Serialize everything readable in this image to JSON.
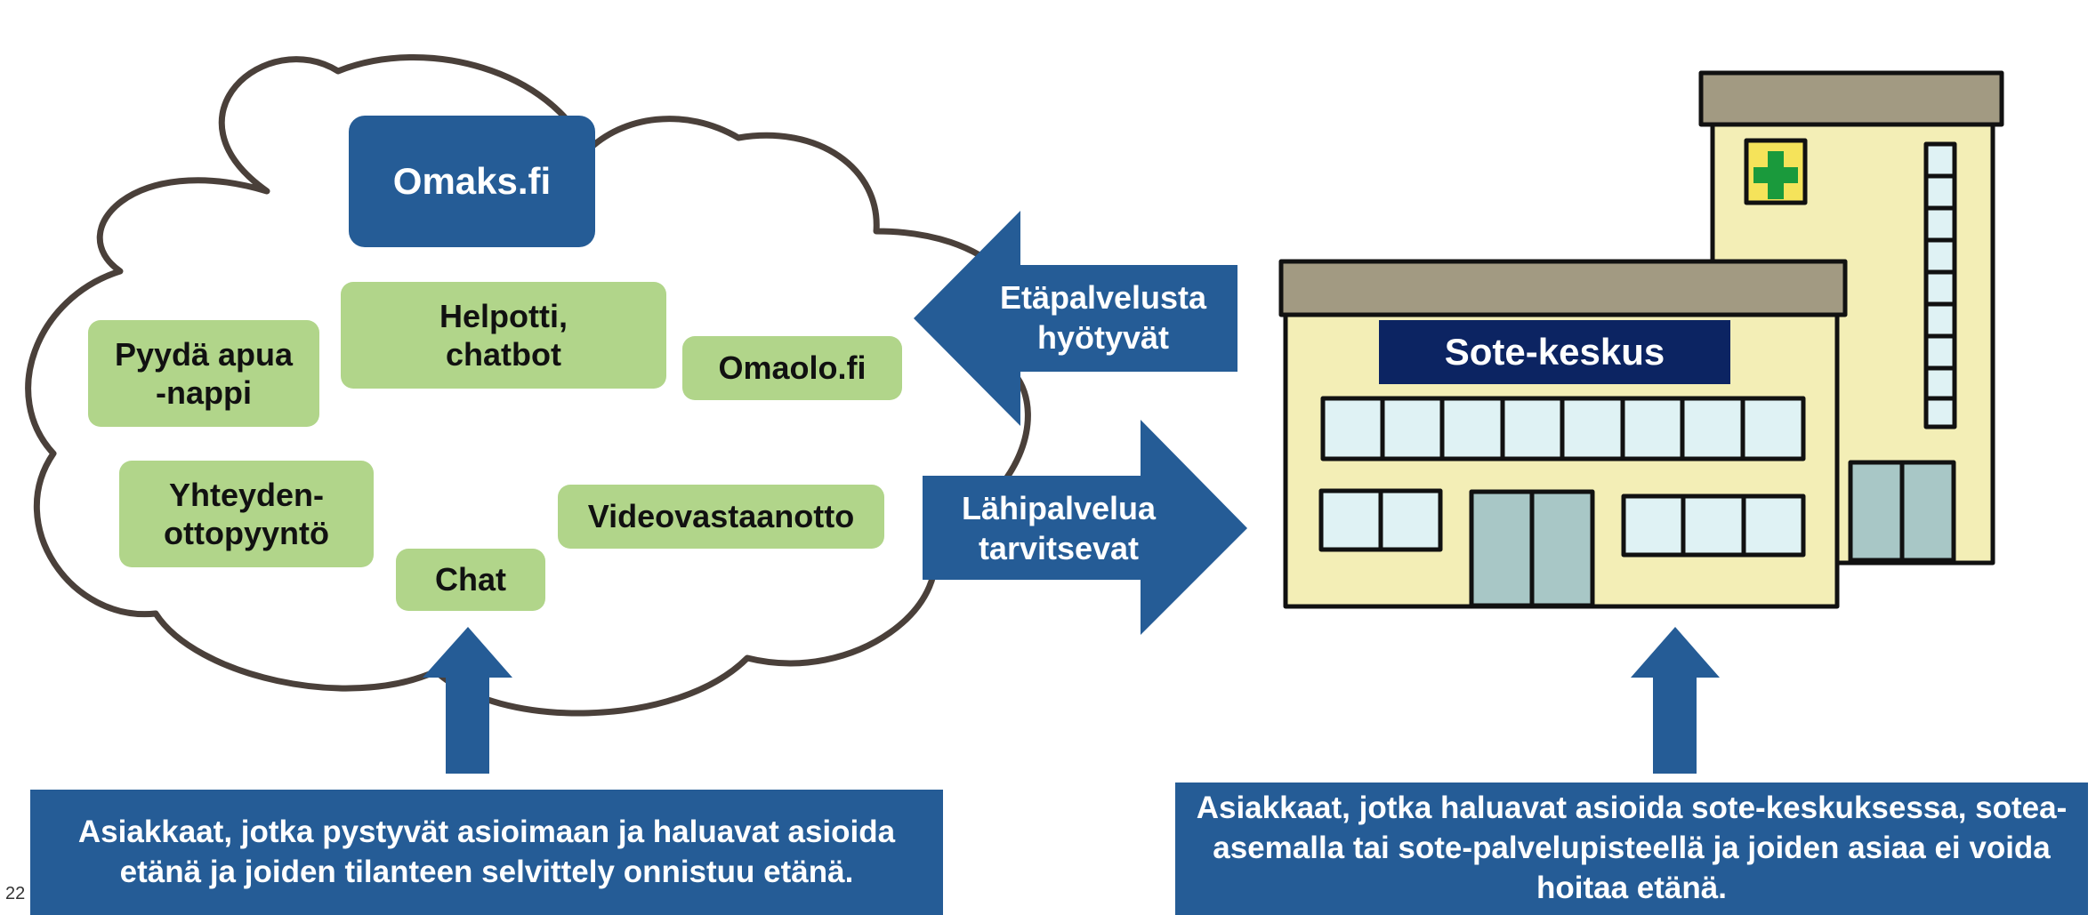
{
  "cloud": {
    "items": {
      "omaks": "Omaks.fi",
      "helpotti": "Helpotti,\nchatbot",
      "pyyda": "Pyydä apua\n-nappi",
      "omaolo": "Omaolo.fi",
      "yhteyden": "Yhteyden-\nottopyyntö",
      "videovastaanotto": "Videovastaanotto",
      "chat": "Chat"
    }
  },
  "arrows": {
    "left_label": "Etäpalvelusta\nhyötyvät",
    "right_label": "Lähipalvelua\ntarvitsevat"
  },
  "building": {
    "label": "Sote-keskus"
  },
  "bottom": {
    "left_text": "Asiakkaat, jotka pystyvät asioimaan ja haluavat asioida etänä ja joiden tilanteen selvittely onnistuu etänä.",
    "right_text": "Asiakkaat, jotka haluavat asioida sote-keskuksessa, sotea-asemalla tai sote-palvelupisteellä ja joiden asiaa ei voida hoitaa etänä."
  },
  "page_number": "22",
  "colors": {
    "blue": "#255c96",
    "navy": "#0c2462",
    "green": "#b1d58a",
    "building_wall": "#f3eeb6",
    "roof": "#a29a82",
    "window": "#dff2f4",
    "door": "#a8c7c6",
    "cross": "#1a9a3c"
  }
}
